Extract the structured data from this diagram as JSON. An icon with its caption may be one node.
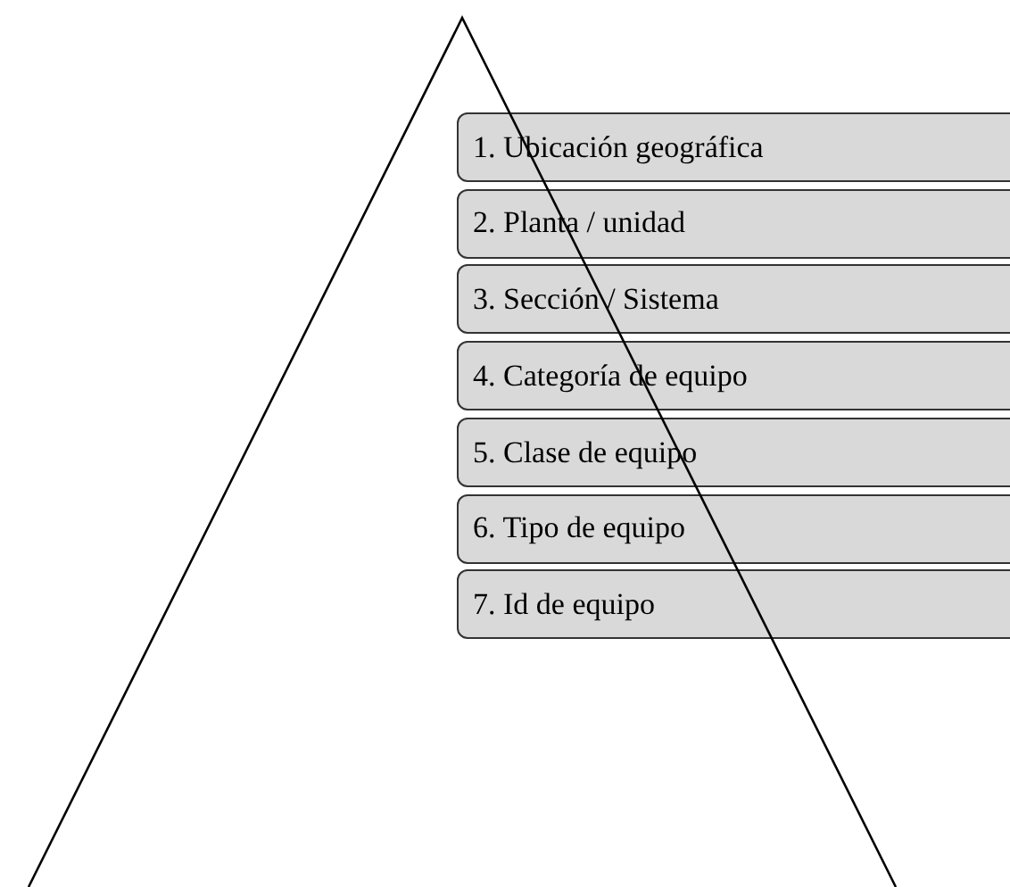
{
  "diagram": {
    "nodes": [
      {
        "text": [
          "1. Ubicación geográfica"
        ]
      },
      {
        "text": [
          "2. Planta / unidad"
        ]
      },
      {
        "text": [
          "3. Sección / Sistema"
        ]
      },
      {
        "text": [
          "4. Categoría de equipo"
        ]
      },
      {
        "text": [
          "5. Clase de equipo"
        ]
      },
      {
        "text": [
          "6. Tipo de equipo"
        ]
      },
      {
        "text": [
          "7. Id de equipo"
        ]
      }
    ]
  }
}
